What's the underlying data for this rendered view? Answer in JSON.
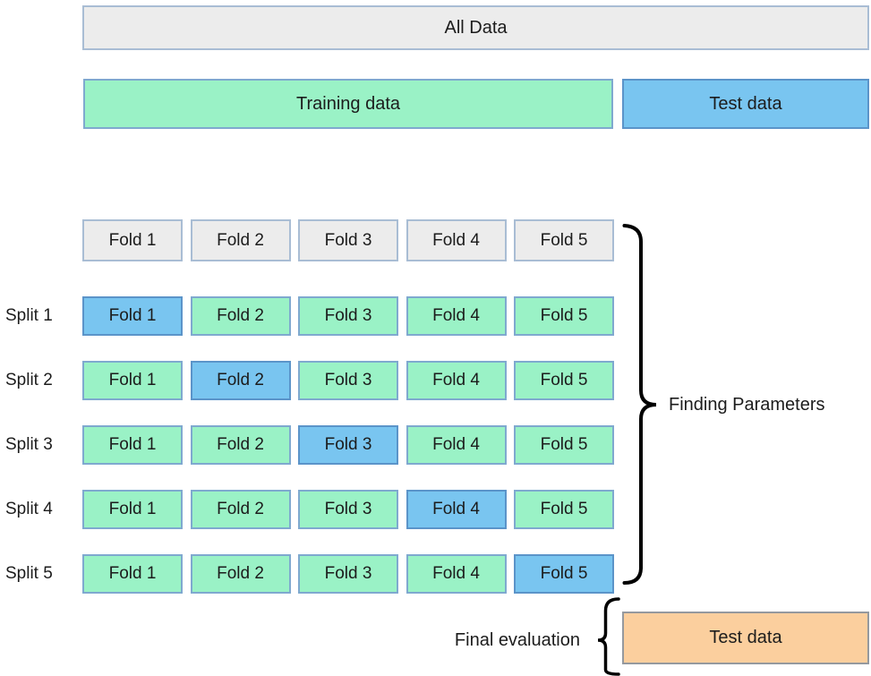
{
  "colors": {
    "gray_fill": "#ececec",
    "gray_border": "#a9bdd4",
    "green_fill": "#9af2c6",
    "green_border": "#7fa9cf",
    "blue_fill": "#79c5f0",
    "blue_border": "#5b94c9",
    "orange_fill": "#fbcf9e",
    "orange_border": "#95999e",
    "text": "#1c1c1c"
  },
  "top": {
    "all_data_label": "All Data",
    "training_label": "Training data",
    "test_label": "Test data"
  },
  "grid": {
    "header_folds": [
      "Fold 1",
      "Fold 2",
      "Fold 3",
      "Fold 4",
      "Fold 5"
    ],
    "splits": [
      {
        "label": "Split 1",
        "folds": [
          "Fold 1",
          "Fold 2",
          "Fold 3",
          "Fold 4",
          "Fold 5"
        ],
        "highlight_index": 0
      },
      {
        "label": "Split 2",
        "folds": [
          "Fold 1",
          "Fold 2",
          "Fold 3",
          "Fold 4",
          "Fold 5"
        ],
        "highlight_index": 1
      },
      {
        "label": "Split 3",
        "folds": [
          "Fold 1",
          "Fold 2",
          "Fold 3",
          "Fold 4",
          "Fold 5"
        ],
        "highlight_index": 2
      },
      {
        "label": "Split 4",
        "folds": [
          "Fold 1",
          "Fold 2",
          "Fold 3",
          "Fold 4",
          "Fold 5"
        ],
        "highlight_index": 3
      },
      {
        "label": "Split 5",
        "folds": [
          "Fold 1",
          "Fold 2",
          "Fold 3",
          "Fold 4",
          "Fold 5"
        ],
        "highlight_index": 4
      }
    ]
  },
  "annotations": {
    "finding_parameters_label": "Finding Parameters",
    "final_evaluation_label": "Final evaluation"
  },
  "bottom": {
    "test_label": "Test data"
  }
}
